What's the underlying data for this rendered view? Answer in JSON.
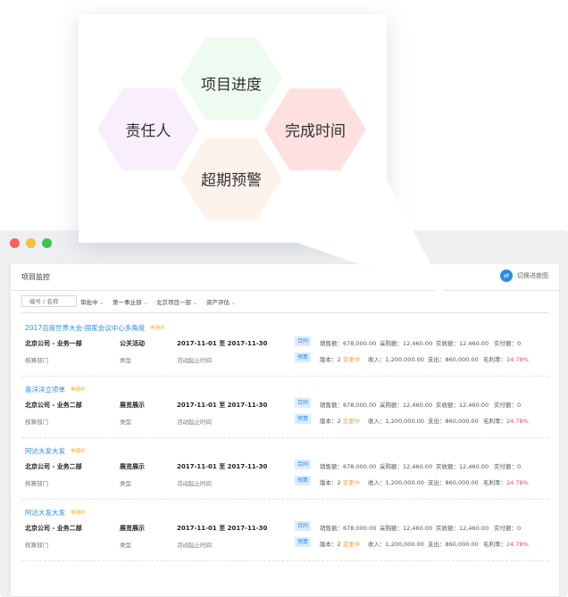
{
  "bubble": {
    "hexes": [
      {
        "label": "项目进度",
        "color": "#eefbf0"
      },
      {
        "label": "责任人",
        "color": "#f9eefc"
      },
      {
        "label": "完成时间",
        "color": "#fde0df"
      },
      {
        "label": "超期预警",
        "color": "#fdf3ec"
      }
    ]
  },
  "window": {
    "dots": [
      "#f26464",
      "#f8bd3c",
      "#3bc551"
    ]
  },
  "panel": {
    "title": "项目监控",
    "switch_icon": "swap-arrows-icon",
    "switch_label": "切换进度图"
  },
  "filters": {
    "search_placeholder": "编号 / 名称",
    "items": [
      "审批中",
      "第一事业部",
      "北京项目一部",
      "资产评估"
    ]
  },
  "labels": {
    "dept": "核算部门",
    "type": "类型",
    "time": "活动起止时间",
    "contract": "合同",
    "budget": "预算",
    "sales": "销售额：",
    "purchase": "采购额：",
    "received": "实收额：",
    "paid": "实付额：",
    "version": "版本：",
    "change": "变更中",
    "income": "收入：",
    "expense": "支出：",
    "margin": "毛利率："
  },
  "records": [
    {
      "name": "2017百度世界大会-国家会议中心多角度",
      "status": "申请中",
      "company": "北京公司 - 业务一部",
      "type": "公关活动",
      "date": "2017-11-01 至 2017-11-30",
      "sales": "678,000.00",
      "purchase": "12,460.00",
      "received": "12,460.00",
      "paid": "0",
      "version": "2",
      "income": "1,200,000.00",
      "expense": "860,000.00",
      "margin": "24.78%"
    },
    {
      "name": "喜洋洋立项单",
      "status": "申请中",
      "company": "北京公司 - 业务二部",
      "type": "展览展示",
      "date": "2017-11-01 至 2017-11-30",
      "sales": "678,000.00",
      "purchase": "12,460.00",
      "received": "12,460.00",
      "paid": "0",
      "version": "2",
      "income": "1,200,000.00",
      "expense": "860,000.00",
      "margin": "24.78%"
    },
    {
      "name": "阿达大发大发",
      "status": "申请中",
      "company": "北京公司 - 业务二部",
      "type": "展览展示",
      "date": "2017-11-01 至 2017-11-30",
      "sales": "678,000.00",
      "purchase": "12,460.00",
      "received": "12,460.00",
      "paid": "0",
      "version": "2",
      "income": "1,200,000.00",
      "expense": "860,000.00",
      "margin": "24.78%"
    },
    {
      "name": "阿达大发大发",
      "status": "申请中",
      "company": "北京公司 - 业务二部",
      "type": "展览展示",
      "date": "2017-11-01 至 2017-11-30",
      "sales": "678,000.00",
      "purchase": "12,460.00",
      "received": "12,460.00",
      "paid": "0",
      "version": "2",
      "income": "1,200,000.00",
      "expense": "860,000.00",
      "margin": "24.78%"
    }
  ]
}
